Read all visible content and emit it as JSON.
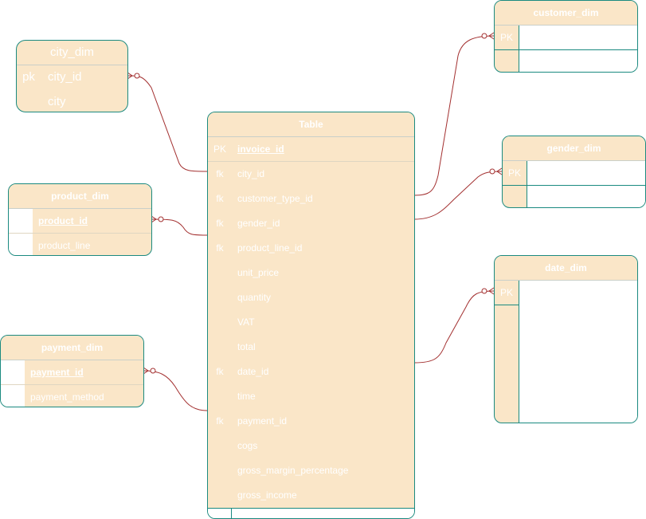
{
  "fact": {
    "title": "Table",
    "rows": [
      {
        "key": "PK",
        "field": "invoice_id"
      },
      {
        "key": "fk",
        "field": "city_id"
      },
      {
        "key": "fk",
        "field": "customer_type_id"
      },
      {
        "key": "fk",
        "field": "gender_id"
      },
      {
        "key": "fk",
        "field": "product_line_id"
      },
      {
        "key": "",
        "field": "unit_price"
      },
      {
        "key": "",
        "field": "quantity"
      },
      {
        "key": "",
        "field": "VAT"
      },
      {
        "key": "",
        "field": "total"
      },
      {
        "key": "fk",
        "field": "date_id"
      },
      {
        "key": "",
        "field": "time"
      },
      {
        "key": "fk",
        "field": "payment_id"
      },
      {
        "key": "",
        "field": "cogs"
      },
      {
        "key": "",
        "field": "gross_margin_percentage"
      },
      {
        "key": "",
        "field": "gross_income"
      }
    ]
  },
  "city_dim": {
    "title": "city_dim",
    "rows": [
      {
        "key": "pk",
        "field": "city_id"
      },
      {
        "key": "",
        "field": "city"
      }
    ]
  },
  "product_dim": {
    "title": "product_dim",
    "rows": [
      {
        "key": "",
        "field": "product_id"
      },
      {
        "key": "",
        "field": "product_line"
      }
    ]
  },
  "payment_dim": {
    "title": "payment_dim",
    "rows": [
      {
        "key": "",
        "field": "payment_id"
      },
      {
        "key": "",
        "field": "payment_method"
      }
    ]
  },
  "customer_dim": {
    "title": "customer_dim",
    "rows": [
      {
        "key": "PK",
        "field": ""
      },
      {
        "key": "",
        "field": ""
      }
    ]
  },
  "gender_dim": {
    "title": "gender_dim",
    "rows": [
      {
        "key": "PK",
        "field": ""
      },
      {
        "key": "",
        "field": ""
      }
    ]
  },
  "date_dim": {
    "title": "date_dim",
    "rows": [
      {
        "key": "PK",
        "field": ""
      }
    ]
  },
  "colors": {
    "entity_fill": "#fae6c8",
    "entity_border": "#1a8a80",
    "relationship_line": "#a33030",
    "text": "#ffffff"
  }
}
